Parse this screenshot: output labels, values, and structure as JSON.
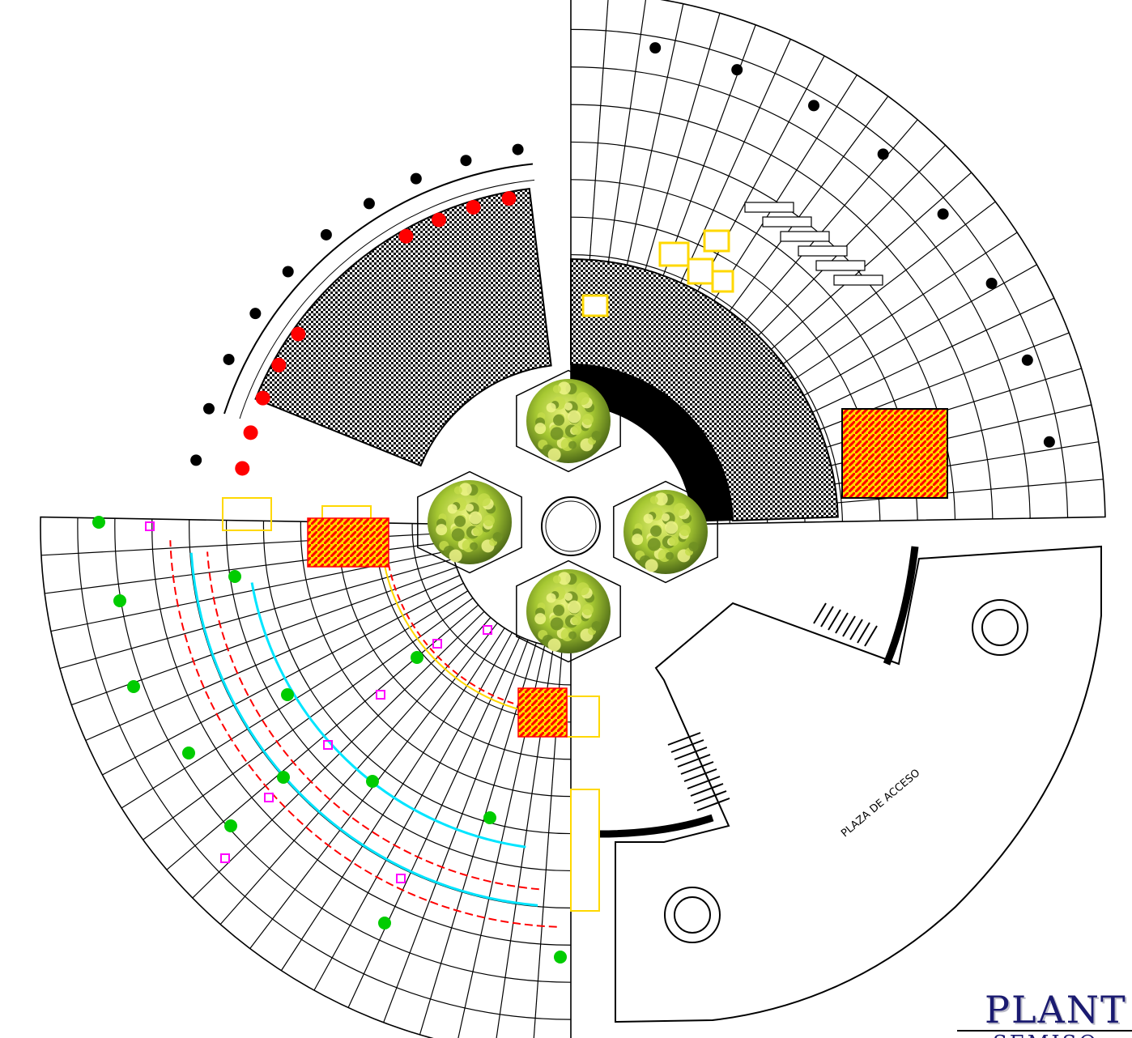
{
  "drawing": {
    "annotation": "PLAZA DE ACCESO",
    "colors": {
      "linework": "#000000",
      "dense_hatch": "#111111",
      "furniture": "#ffd800",
      "highlight": "#ff0000",
      "planting": "#00cc00",
      "paving_outline": "#00e5ff",
      "markers": "#ff00ff",
      "tree_canopy": "#a6c832",
      "title": "#1a1a70"
    },
    "trees": [
      "tree-north",
      "tree-west",
      "tree-east",
      "tree-south"
    ]
  },
  "title_block": {
    "title": "PLANT",
    "subtitle": "SEMISO"
  }
}
